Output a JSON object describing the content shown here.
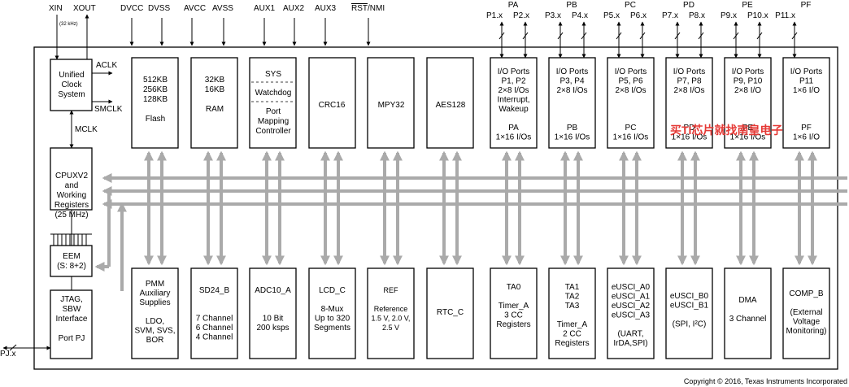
{
  "top_pins": {
    "xin": "XIN",
    "xout": "XOUT",
    "khz": "(32 kHz)",
    "dvcc": "DVCC",
    "dvss": "DVSS",
    "avcc": "AVCC",
    "avss": "AVSS",
    "aux1": "AUX1",
    "aux2": "AUX2",
    "aux3": "AUX3",
    "rst": "RST",
    "nmi": "/NMI"
  },
  "port_pins": [
    {
      "name": "PA",
      "left": "P1.x",
      "right": "P2.x"
    },
    {
      "name": "PB",
      "left": "P3.x",
      "right": "P4.x"
    },
    {
      "name": "PC",
      "left": "P5.x",
      "right": "P6.x"
    },
    {
      "name": "PD",
      "left": "P7.x",
      "right": "P8.x"
    },
    {
      "name": "PE",
      "left": "P9.x",
      "right": "P10.x"
    },
    {
      "name": "PF",
      "left": "P11.x",
      "right": ""
    }
  ],
  "clock": {
    "lines": [
      "Unified",
      "Clock",
      "System"
    ],
    "aclk": "ACLK",
    "smclk": "SMCLK",
    "mclk": "MCLK"
  },
  "cpu": {
    "lines": [
      "CPUXV2",
      "and",
      "Working",
      "Registers",
      "(25 MHz)"
    ]
  },
  "eem": {
    "lines": [
      "EEM",
      "(S: 8+2)"
    ]
  },
  "jtag": {
    "lines": [
      "JTAG,",
      "SBW",
      "Interface",
      "",
      "Port PJ"
    ],
    "pin": "PJ.x"
  },
  "flash": {
    "lines": [
      "512KB",
      "256KB",
      "128KB",
      "",
      "Flash"
    ]
  },
  "ram": {
    "lines": [
      "32KB",
      "16KB",
      "",
      "RAM"
    ]
  },
  "sys": {
    "title": "SYS",
    "watchdog": "Watchdog",
    "pmc": [
      "Port",
      "Mapping",
      "Controller"
    ]
  },
  "crc": {
    "lines": [
      "CRC16"
    ]
  },
  "mpy": {
    "lines": [
      "MPY32"
    ]
  },
  "aes": {
    "lines": [
      "AES128"
    ]
  },
  "io_ports": [
    {
      "lines": [
        "I/O Ports",
        "P1, P2",
        "2×8 I/Os",
        "Interrupt,",
        "Wakeup",
        "",
        "PA",
        "1×16 I/Os"
      ]
    },
    {
      "lines": [
        "I/O Ports",
        "P3, P4",
        "2×8 I/Os",
        "",
        "",
        "",
        "PB",
        "1×16 I/Os"
      ]
    },
    {
      "lines": [
        "I/O Ports",
        "P5, P6",
        "2×8 I/Os",
        "",
        "",
        "",
        "PC",
        "1×16 I/Os"
      ]
    },
    {
      "lines": [
        "I/O Ports",
        "P7, P8",
        "2×8 I/Os",
        "",
        "",
        "",
        "PD",
        "1×16 I/Os"
      ]
    },
    {
      "lines": [
        "I/O Ports",
        "P9, P10",
        "2×8 I/O",
        "",
        "",
        "",
        "PE",
        "1×16 I/Os"
      ]
    },
    {
      "lines": [
        "I/O Ports",
        "P11",
        "1×6 I/O",
        "",
        "",
        "",
        "PF",
        "1×6 I/O"
      ]
    }
  ],
  "bottom_modules": [
    {
      "lines": [
        "PMM",
        "Auxiliary",
        "Supplies",
        "",
        "LDO,",
        "SVM, SVS,",
        "BOR"
      ]
    },
    {
      "lines": [
        "SD24_B",
        "",
        "",
        "7 Channel",
        "6 Channel",
        "4 Channel"
      ]
    },
    {
      "lines": [
        "ADC10_A",
        "",
        "",
        "10 Bit",
        "200 ksps"
      ]
    },
    {
      "lines": [
        "LCD_C",
        "",
        "8-Mux",
        "Up to 320",
        "Segments"
      ]
    },
    {
      "lines": [
        "REF",
        "",
        "Reference",
        "1.5 V, 2.0 V,",
        "2.5 V"
      ]
    },
    {
      "lines": [
        "RTC_C"
      ]
    },
    {
      "lines": [
        "TA0",
        "",
        "Timer_A",
        "3 CC",
        "Registers"
      ]
    },
    {
      "lines": [
        "TA1",
        "TA2",
        "TA3",
        "",
        "Timer_A",
        "2 CC",
        "Registers"
      ]
    },
    {
      "lines": [
        "eUSCI_A0",
        "eUSCI_A1",
        "eUSCI_A2",
        "eUSCI_A3",
        "",
        "(UART,",
        "IrDA,SPI)"
      ]
    },
    {
      "lines": [
        "eUSCI_B0",
        "eUSCI_B1",
        "",
        "(SPI, I²C)"
      ]
    },
    {
      "lines": [
        "DMA",
        "",
        "3 Channel"
      ]
    },
    {
      "lines": [
        "COMP_B",
        "",
        "(External",
        "Voltage",
        "Monitoring)"
      ]
    }
  ],
  "watermark": "买TI芯片就找南皇电子",
  "copyright": "Copyright © 2016, Texas Instruments Incorporated",
  "colors": {
    "bus": "#aaaaaa",
    "watermark": "#e53935",
    "line": "#000000"
  }
}
